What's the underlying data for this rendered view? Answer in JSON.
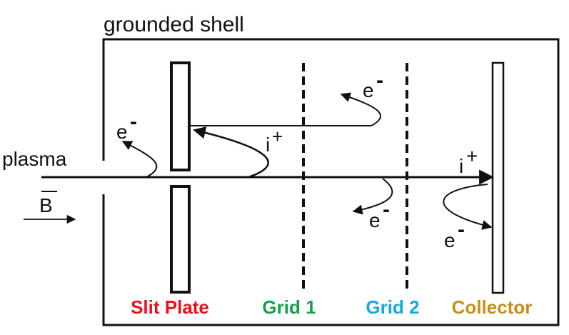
{
  "labels": {
    "shell": "grounded shell",
    "plasma": "plasma",
    "field": "B",
    "electron": "e",
    "ion": "i",
    "minus": "-",
    "plus": "+"
  },
  "components": [
    {
      "label": "Slit Plate",
      "color": "#e8121c"
    },
    {
      "label": "Grid 1",
      "color": "#12a24a"
    },
    {
      "label": "Grid 2",
      "color": "#16a8e0"
    },
    {
      "label": "Collector",
      "color": "#c3901a"
    }
  ]
}
